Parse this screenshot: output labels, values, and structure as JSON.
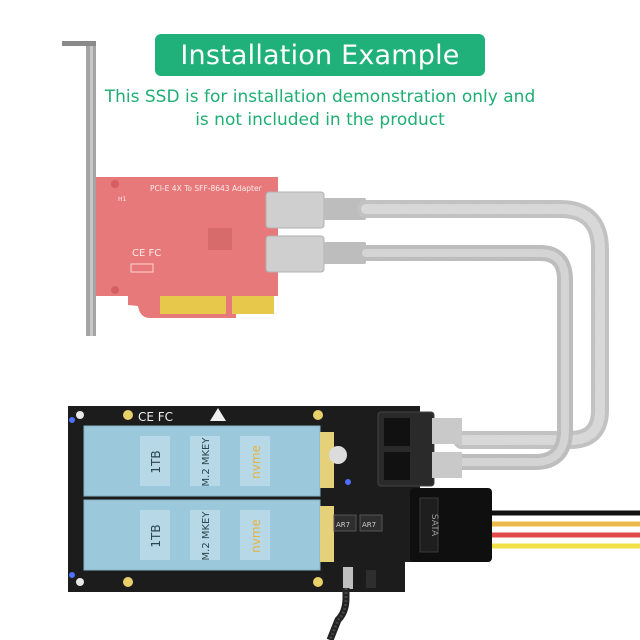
{
  "header": {
    "title": "Installation Example",
    "note_line1": "This SSD is for installation demonstration only and",
    "note_line2": "is not included in the product"
  },
  "pcie_card": {
    "label": "PCI-E 4X To SFF-8643 Adapter",
    "marks": "CE FC",
    "slot_id": "H1"
  },
  "m2_board": {
    "slots": [
      {
        "capacity": "1TB",
        "key": "M.2 MKEY",
        "interface": "nvme"
      },
      {
        "capacity": "1TB",
        "key": "M.2 MKEY",
        "interface": "nvme"
      }
    ],
    "power_connector": "SATA",
    "chip_label_1": "AR7",
    "chip_label_2": "AR7"
  },
  "colors": {
    "banner": "#20b07a",
    "note_text": "#1fae73",
    "pcb_red": "#e8797a",
    "ssd_blue": "#9cc8dc",
    "board_black": "#1c1c1c"
  }
}
